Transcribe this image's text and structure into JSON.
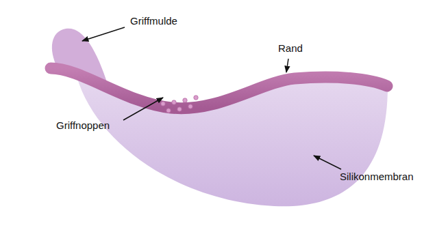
{
  "diagram": {
    "labels": [
      "Griffmulde",
      "Rand",
      "Griffnoppen",
      "Silikonmembran"
    ]
  }
}
